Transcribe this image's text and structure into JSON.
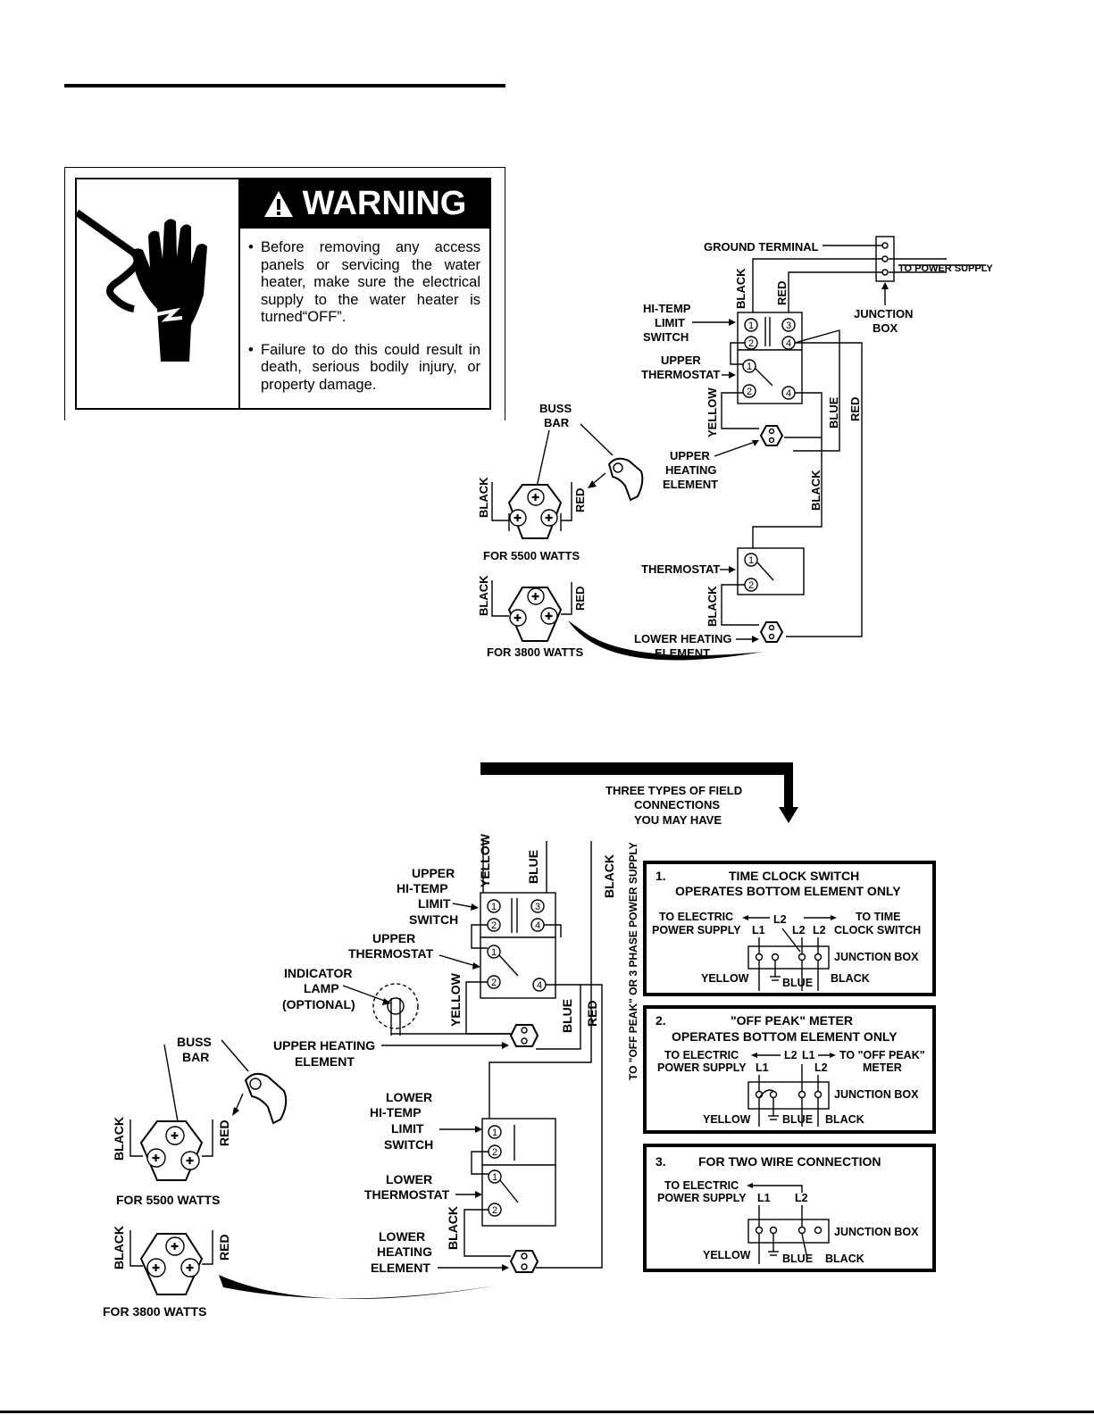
{
  "warning": {
    "title": "WARNING",
    "bullets": [
      "Before removing any access panels or servicing the water heater, make sure the electrical supply to the water heater is turned“OFF”.",
      "Failure to do this could result in death, serious bodily injury, or property damage."
    ]
  },
  "top_diagram": {
    "ground_terminal": "GROUND TERMINAL",
    "to_power_supply": "TO POWER SUPPLY",
    "black": "BLACK",
    "red": "RED",
    "yellow": "YELLOW",
    "blue": "BLUE",
    "hi_temp_limit_switch": [
      "HI-TEMP",
      "LIMIT",
      "SWITCH"
    ],
    "junction_box": [
      "JUNCTION",
      "BOX"
    ],
    "upper_thermostat": [
      "UPPER",
      "THERMOSTAT"
    ],
    "buss_bar": [
      "BUSS",
      "BAR"
    ],
    "upper_heating_element": [
      "UPPER",
      "HEATING",
      "ELEMENT"
    ],
    "thermostat": "THERMOSTAT",
    "lower_heating_element": [
      "LOWER HEATING",
      "ELEMENT"
    ],
    "for_5500": "FOR 5500 WATTS",
    "for_3800": "FOR 3800 WATTS",
    "terminals": [
      "1",
      "2",
      "3",
      "4"
    ]
  },
  "bottom_diagram": {
    "field_connections": [
      "THREE TYPES OF FIELD",
      "CONNECTIONS",
      "YOU MAY HAVE"
    ],
    "yellow": "YELLOW",
    "blue": "BLUE",
    "black": "BLACK",
    "red": "RED",
    "off_peak_supply": "TO \"OFF PEAK\" OR 3 PHASE POWER SUPPLY",
    "upper_hi_temp_limit_switch": [
      "UPPER",
      "HI-TEMP",
      "LIMIT",
      "SWITCH"
    ],
    "upper_thermostat": [
      "UPPER",
      "THERMOSTAT"
    ],
    "indicator_lamp": [
      "INDICATOR",
      "LAMP",
      "(OPTIONAL)"
    ],
    "upper_heating_element": [
      "UPPER HEATING",
      "ELEMENT"
    ],
    "buss_bar": [
      "BUSS",
      "BAR"
    ],
    "lower_hi_temp_limit_switch": [
      "LOWER",
      "HI-TEMP",
      "LIMIT",
      "SWITCH"
    ],
    "lower_thermostat": [
      "LOWER",
      "THERMOSTAT"
    ],
    "lower_heating_element": [
      "LOWER",
      "HEATING",
      "ELEMENT"
    ],
    "for_5500": "FOR 5500 WATTS",
    "for_3800": "FOR 3800 WATTS"
  },
  "connections": [
    {
      "num": "1.",
      "title": [
        "TIME CLOCK SWITCH",
        "OPERATES BOTTOM ELEMENT ONLY"
      ],
      "left": [
        "TO ELECTRIC",
        "POWER SUPPLY"
      ],
      "right": [
        "TO TIME",
        "CLOCK SWITCH"
      ],
      "labels": [
        "L1",
        "L2",
        "L2",
        "L2"
      ],
      "junction_box": "JUNCTION BOX",
      "yellow": "YELLOW",
      "blue": "BLUE",
      "black": "BLACK"
    },
    {
      "num": "2.",
      "title": [
        "\"OFF PEAK\" METER",
        "OPERATES BOTTOM ELEMENT ONLY"
      ],
      "left": [
        "TO ELECTRIC",
        "POWER SUPPLY"
      ],
      "right": [
        "TO \"OFF PEAK\"",
        "METER"
      ],
      "labels": [
        "L1",
        "L2",
        "L1",
        "L2"
      ],
      "junction_box": "JUNCTION BOX",
      "yellow": "YELLOW",
      "blue": "BLUE",
      "black": "BLACK"
    },
    {
      "num": "3.",
      "title": [
        "FOR TWO WIRE CONNECTION"
      ],
      "left": [
        "TO ELECTRIC",
        "POWER SUPPLY"
      ],
      "labels": [
        "L1",
        "L2"
      ],
      "junction_box": "JUNCTION BOX",
      "yellow": "YELLOW",
      "blue": "BLUE",
      "black": "BLACK"
    }
  ]
}
